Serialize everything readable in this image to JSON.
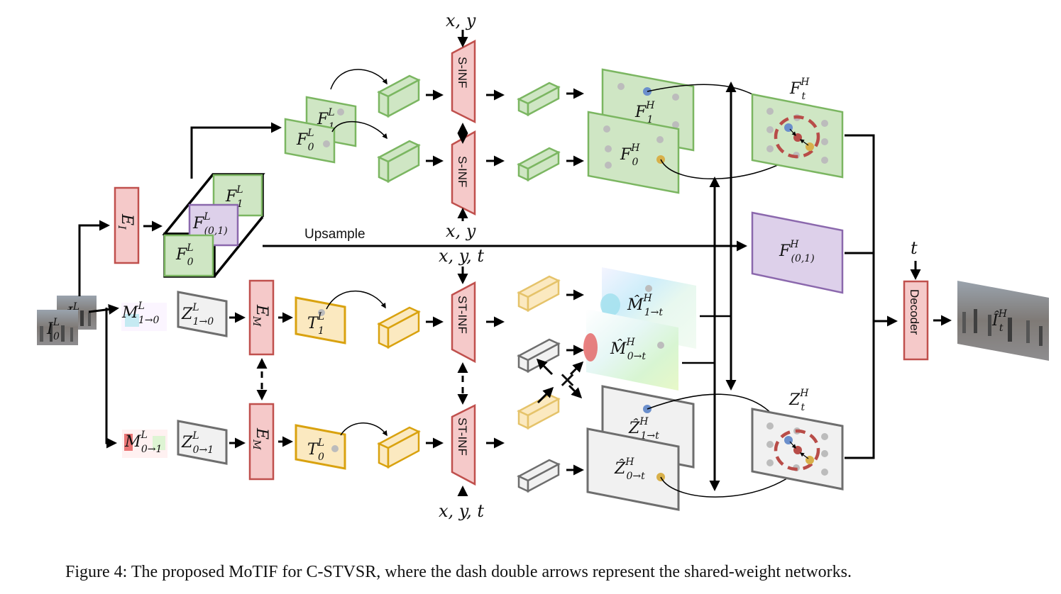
{
  "colors": {
    "green_fill": "#cfe6c4",
    "green_stroke": "#7bb661",
    "red_fill": "#f5c9c9",
    "red_stroke": "#c0504d",
    "purple_fill": "#ddd0ea",
    "purple_stroke": "#8b68ad",
    "orange_fill": "#fbe9c0",
    "orange_stroke": "#d9a20f",
    "gray_fill": "#f1f1f1",
    "gray_stroke": "#6e6e6e",
    "dot_blue": "#6b8fcc",
    "dot_yellow": "#d8b04a",
    "dot_red": "#b84c48",
    "dot_gray": "#bcbcbc"
  },
  "inputs": {
    "i0": "I",
    "i0_sup": "L",
    "i0_sub": "0",
    "i1": "I",
    "i1_sup": "L",
    "i1_sub": "1"
  },
  "nodes": {
    "ei": {
      "base": "E",
      "sub": "I"
    },
    "em_top": {
      "base": "E",
      "sub": "M"
    },
    "em_bot": {
      "base": "E",
      "sub": "M"
    },
    "f1l_cube": {
      "base": "F",
      "sup": "L",
      "sub": "1"
    },
    "f01l_cube": {
      "base": "F",
      "sup": "L",
      "sub": "(0,1)"
    },
    "f0l_cube": {
      "base": "F",
      "sup": "L",
      "sub": "0"
    },
    "f1l_top": {
      "base": "F",
      "sup": "L",
      "sub": "1"
    },
    "f0l_top": {
      "base": "F",
      "sup": "L",
      "sub": "0"
    },
    "f1h": {
      "base": "F",
      "sup": "H",
      "sub": "1"
    },
    "f0h": {
      "base": "F",
      "sup": "H",
      "sub": "0"
    },
    "fth": {
      "base": "F",
      "sup": "H",
      "sub": "t"
    },
    "f01h": {
      "base": "F",
      "sup": "H",
      "sub": "(0,1)"
    },
    "m10": {
      "base": "M",
      "sup": "L",
      "sub": "1→0"
    },
    "m01": {
      "base": "M",
      "sup": "L",
      "sub": "0→1"
    },
    "z10": {
      "base": "Z",
      "sup": "L",
      "sub": "1→0"
    },
    "z01": {
      "base": "Z",
      "sup": "L",
      "sub": "0→1"
    },
    "t1l": {
      "base": "T",
      "sup": "L",
      "sub": "1"
    },
    "t0l": {
      "base": "T",
      "sup": "L",
      "sub": "0"
    },
    "mh1t": {
      "base": "M̂",
      "sup": "H",
      "sub": "1→t"
    },
    "mh0t": {
      "base": "M̂",
      "sup": "H",
      "sub": "0→t"
    },
    "zh1t": {
      "base": "Ẑ",
      "sup": "H",
      "sub": "1→t"
    },
    "zh0t": {
      "base": "Ẑ",
      "sup": "H",
      "sub": "0→t"
    },
    "zth": {
      "base": "Z",
      "sup": "H",
      "sub": "t"
    },
    "ith": {
      "base": "Î",
      "sup": "H",
      "sub": "t"
    }
  },
  "labels": {
    "sinf_top": "S-INF",
    "sinf_bot": "S-INF",
    "stinf_top": "ST-INF",
    "stinf_bot": "ST-INF",
    "decoder": "Decoder",
    "upsample": "Upsample",
    "xy_top": "x, y",
    "xy_mid": "x, y",
    "xyt_mid": "x, y, t",
    "xyt_bot": "x, y, t",
    "t": "t",
    "cross": "✕"
  },
  "caption": "Figure 4: The proposed MoTIF for C-STVSR, where the dash double arrows represent the shared-weight networks."
}
